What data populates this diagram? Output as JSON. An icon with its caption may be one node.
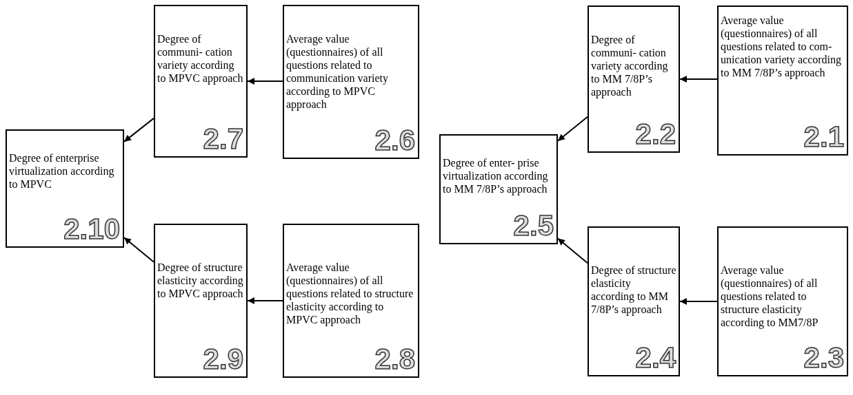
{
  "diagram": {
    "nodes": [
      {
        "text": [
          "Degree of enterprise virtualization according to MPVC",
          "2.10"
        ]
      },
      {
        "text": [
          "Degree of communi- cation variety according to MPVC approach",
          "2.7"
        ]
      },
      {
        "text": [
          "Average value (questionnaires) of all questions related to communication variety according to MPVC approach",
          "2.6"
        ]
      },
      {
        "text": [
          "Degree of structure elasticity according to MPVC approach",
          "2.9"
        ]
      },
      {
        "text": [
          "Average value (questionnaires) of all questions related to structure elasticity according to MPVC approach",
          "2.8"
        ]
      },
      {
        "text": [
          "Degree of enter- prise virtualization according to MM 7/8P’s approach",
          "2.5"
        ]
      },
      {
        "text": [
          "Degree of communi- cation variety according to MM 7/8P’s approach",
          "2.2"
        ]
      },
      {
        "text": [
          "Average value (questionnaires) of all questions related to com- unication variety according to MM 7/8P’s approach",
          "2.1"
        ]
      },
      {
        "text": [
          "Degree of structure elasticity according to MM 7/8P’s approach",
          "2.4"
        ]
      },
      {
        "text": [
          "Average value (questionnaires) of all questions related to structure elasticity according to MM7/8P",
          "2.3"
        ]
      }
    ],
    "edges": [
      {
        "from": 2,
        "to": 1,
        "arrow": "to"
      },
      {
        "from": 1,
        "to": 0,
        "arrow": "to"
      },
      {
        "from": 4,
        "to": 3,
        "arrow": "to"
      },
      {
        "from": 3,
        "to": 0,
        "arrow": "to"
      },
      {
        "from": 7,
        "to": 6,
        "arrow": "to"
      },
      {
        "from": 6,
        "to": 5,
        "arrow": "to"
      },
      {
        "from": 9,
        "to": 8,
        "arrow": "to"
      },
      {
        "from": 8,
        "to": 5,
        "arrow": "to"
      }
    ]
  }
}
